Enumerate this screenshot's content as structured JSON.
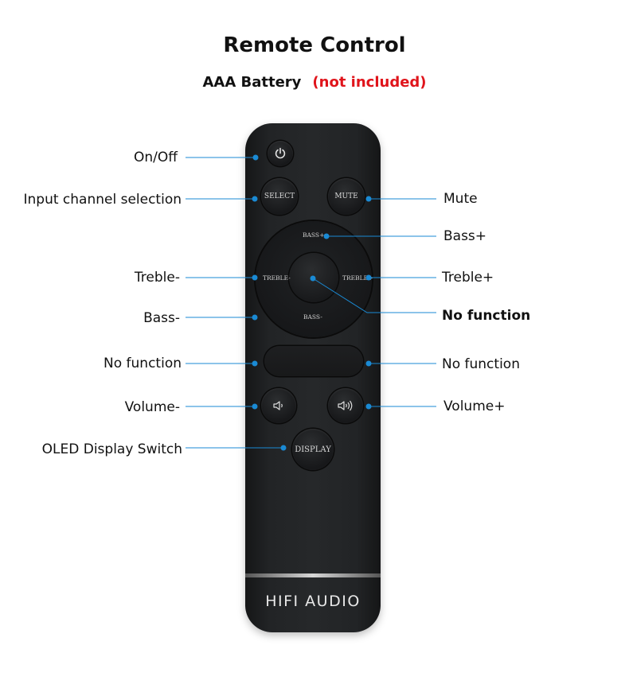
{
  "title": "Remote Control",
  "battery": {
    "text": "AAA Battery",
    "note": "(not included)",
    "note_color": "#e0141b"
  },
  "accent": "#1a8ad4",
  "remote": {
    "brand": "HIFI AUDIO",
    "buttons": {
      "select": "SELECT",
      "mute": "MUTE",
      "bass_plus": "BASS+",
      "treble_minus": "TREBLE-",
      "treble_plus": "TREBLE+",
      "bass_minus": "BASS-",
      "display": "DISPLAY"
    },
    "icons": [
      "power-icon",
      "volume-down-icon",
      "volume-up-icon"
    ]
  },
  "labels": {
    "on_off": "On/Off",
    "input": "Input channel selection",
    "mute": "Mute",
    "bass_plus": "Bass+",
    "treble_minus": "Treble-",
    "treble_plus": "Treble+",
    "center_no_function": "No function",
    "bass_minus": "Bass-",
    "left_no_function": "No function",
    "right_no_function": "No function",
    "volume_minus": "Volume-",
    "volume_plus": "Volume+",
    "oled": "OLED Display Switch"
  }
}
